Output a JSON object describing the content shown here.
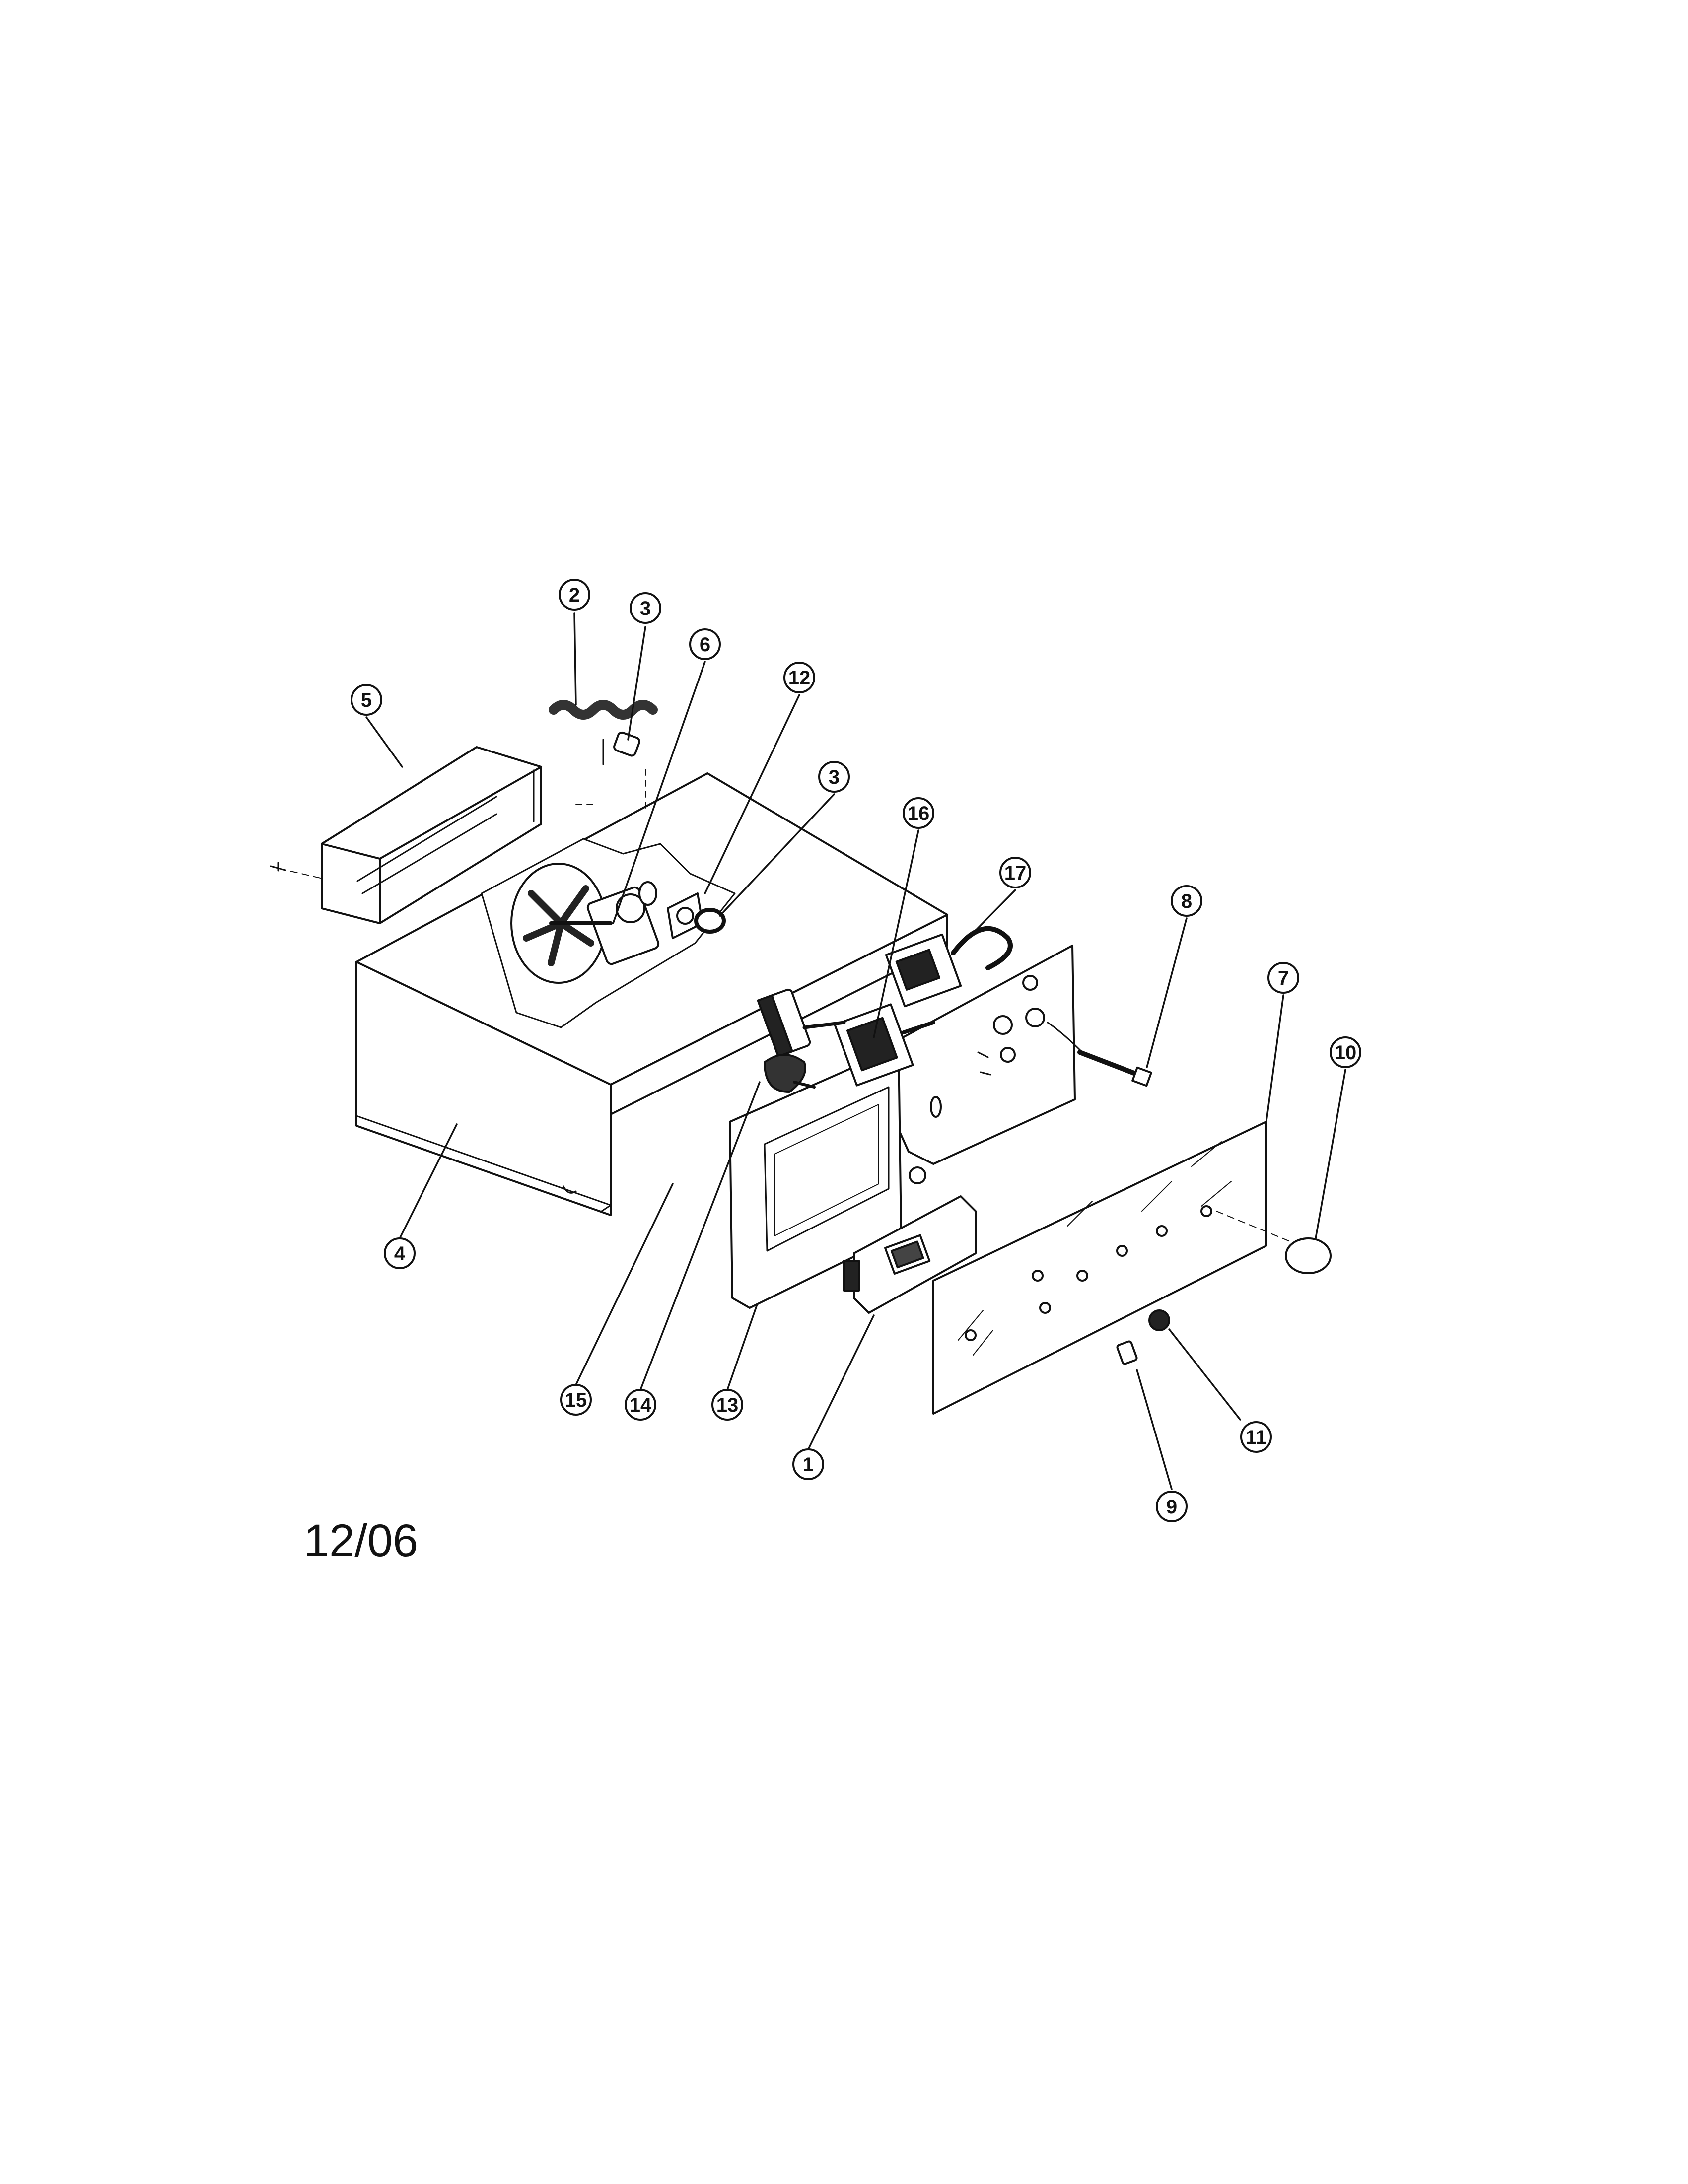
{
  "diagram": {
    "date": "12/06",
    "callouts": [
      {
        "label": "1"
      },
      {
        "label": "2"
      },
      {
        "label": "3"
      },
      {
        "label": "3"
      },
      {
        "label": "4"
      },
      {
        "label": "5"
      },
      {
        "label": "6"
      },
      {
        "label": "7"
      },
      {
        "label": "8"
      },
      {
        "label": "9"
      },
      {
        "label": "10"
      },
      {
        "label": "11"
      },
      {
        "label": "12"
      },
      {
        "label": "13"
      },
      {
        "label": "14"
      },
      {
        "label": "15"
      },
      {
        "label": "16"
      },
      {
        "label": "17"
      }
    ]
  }
}
